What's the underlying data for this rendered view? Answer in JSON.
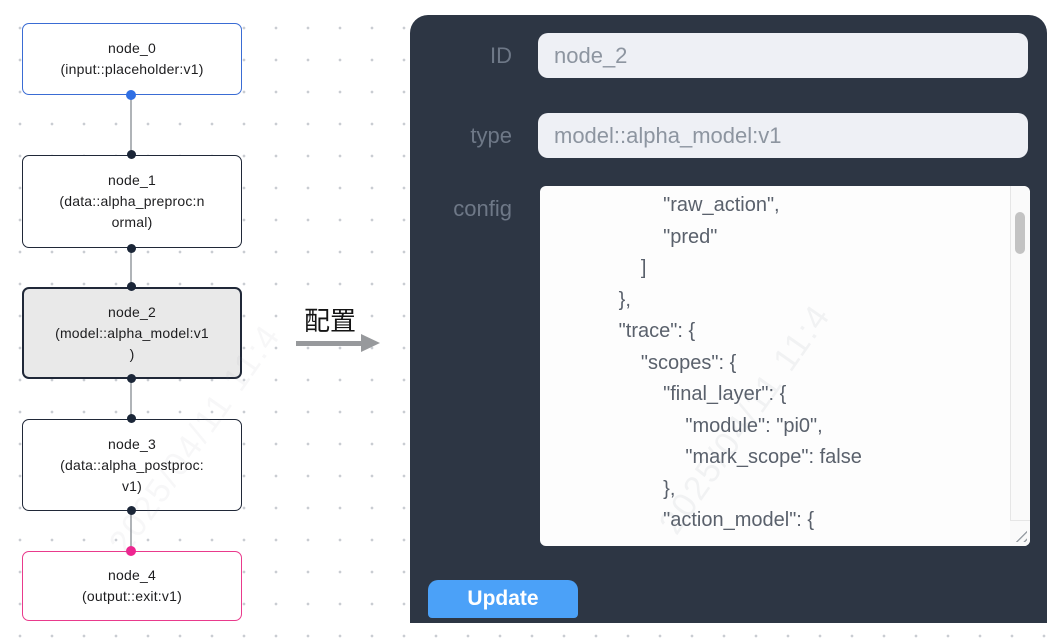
{
  "canvas": {
    "nodes": [
      {
        "id": "node_0",
        "lines": [
          "node_0",
          "(input::placeholder:v1)"
        ],
        "variant": "input"
      },
      {
        "id": "node_1",
        "lines": [
          "node_1",
          "(data::alpha_preproc:n",
          "ormal)"
        ],
        "variant": "default"
      },
      {
        "id": "node_2",
        "lines": [
          "node_2",
          "(model::alpha_model:v1",
          ")"
        ],
        "variant": "selected"
      },
      {
        "id": "node_3",
        "lines": [
          "node_3",
          "(data::alpha_postproc:",
          "v1)"
        ],
        "variant": "default"
      },
      {
        "id": "node_4",
        "lines": [
          "node_4",
          "(output::exit:v1)"
        ],
        "variant": "output"
      }
    ]
  },
  "transition": {
    "label": "配置"
  },
  "panel": {
    "fields": [
      {
        "label": "ID",
        "value": "node_2"
      },
      {
        "label": "type",
        "value": "model::alpha_model:v1"
      }
    ],
    "config_label": "config",
    "config_lines": [
      "                    \"raw_action\",",
      "                    \"pred\"",
      "                ]",
      "            },",
      "            \"trace\": {",
      "                \"scopes\": {",
      "                    \"final_layer\": {",
      "                        \"module\": \"pi0\",",
      "                        \"mark_scope\": false",
      "                    },",
      "                    \"action_model\": {"
    ],
    "update_label": "Update"
  },
  "watermark": "2025/04/11 11:4",
  "colors": {
    "panel-bg": "#2d3644",
    "field-bg": "#eef0f5",
    "field-text": "#8d95a0",
    "label-text": "#6e7887",
    "button-bg": "#4ba1f8",
    "button-text": "#ffffff",
    "node-border-default": "#202838",
    "node-border-input": "#3a6cd4",
    "node-border-output": "#e93a8c",
    "node-selected-bg": "#e9e9e9",
    "port-default": "#1b2638",
    "port-input": "#2f6fe4",
    "port-output": "#ef2490",
    "edge": "#b0b4b8",
    "config-text": "#5a616c"
  }
}
